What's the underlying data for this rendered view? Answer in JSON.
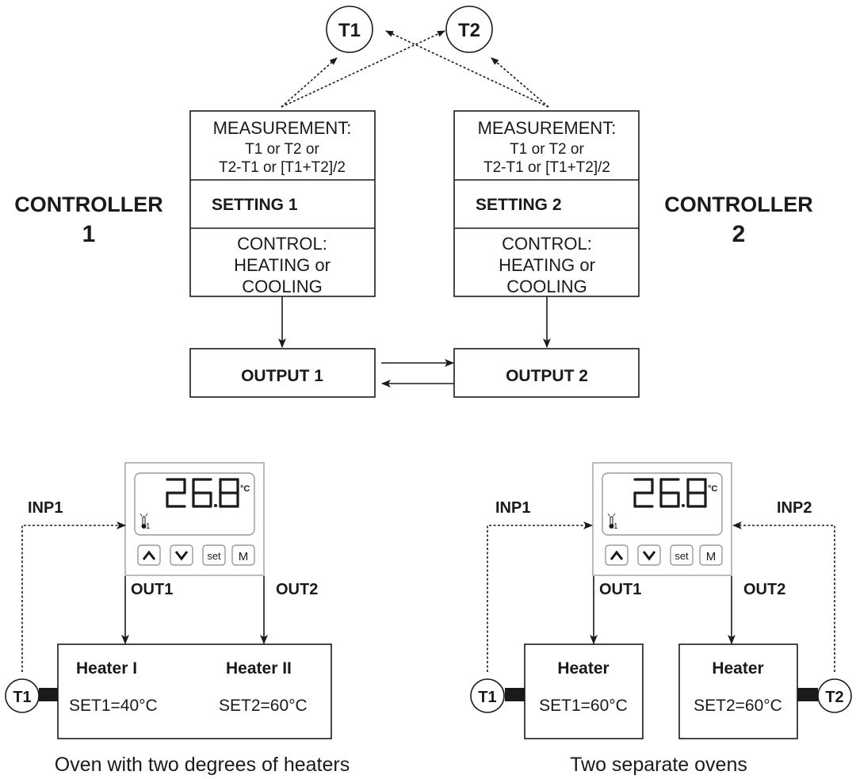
{
  "sensors": {
    "t1": "T1",
    "t2": "T2"
  },
  "controllers": [
    {
      "label_line1": "CONTROLLER",
      "label_line2": "1",
      "measurement_title": "MEASUREMENT:",
      "measurement_line1": "T1 or T2 or",
      "measurement_line2": "T2-T1 or [T1+T2]/2",
      "setting": "SETTING 1",
      "control_title": "CONTROL:",
      "control_line1": "HEATING or",
      "control_line2": "COOLING",
      "output": "OUTPUT 1"
    },
    {
      "label_line1": "CONTROLLER",
      "label_line2": "2",
      "measurement_title": "MEASUREMENT:",
      "measurement_line1": "T1 or T2 or",
      "measurement_line2": "T2-T1 or [T1+T2]/2",
      "setting": "SETTING 2",
      "control_title": "CONTROL:",
      "control_line1": "HEATING or",
      "control_line2": "COOLING",
      "output": "OUTPUT 2"
    }
  ],
  "device": {
    "display_value": "26.8",
    "unit": "°C",
    "input_indicator": "1",
    "buttons": {
      "up": "up-arrow",
      "down": "down-arrow",
      "set": "set",
      "mode": "M"
    }
  },
  "example_left": {
    "input_label": "INP1",
    "out1_label": "OUT1",
    "out2_label": "OUT2",
    "sensor": "T1",
    "heater1_title": "Heater I",
    "heater1_set": "SET1=40°C",
    "heater2_title": "Heater II",
    "heater2_set": "SET2=60°C",
    "caption": "Oven with two degrees of heaters"
  },
  "example_right": {
    "input1_label": "INP1",
    "input2_label": "INP2",
    "out1_label": "OUT1",
    "out2_label": "OUT2",
    "sensor1": "T1",
    "sensor2": "T2",
    "heater1_title": "Heater",
    "heater1_set": "SET1=60°C",
    "heater2_title": "Heater",
    "heater2_set": "SET2=60°C",
    "caption": "Two separate ovens"
  }
}
